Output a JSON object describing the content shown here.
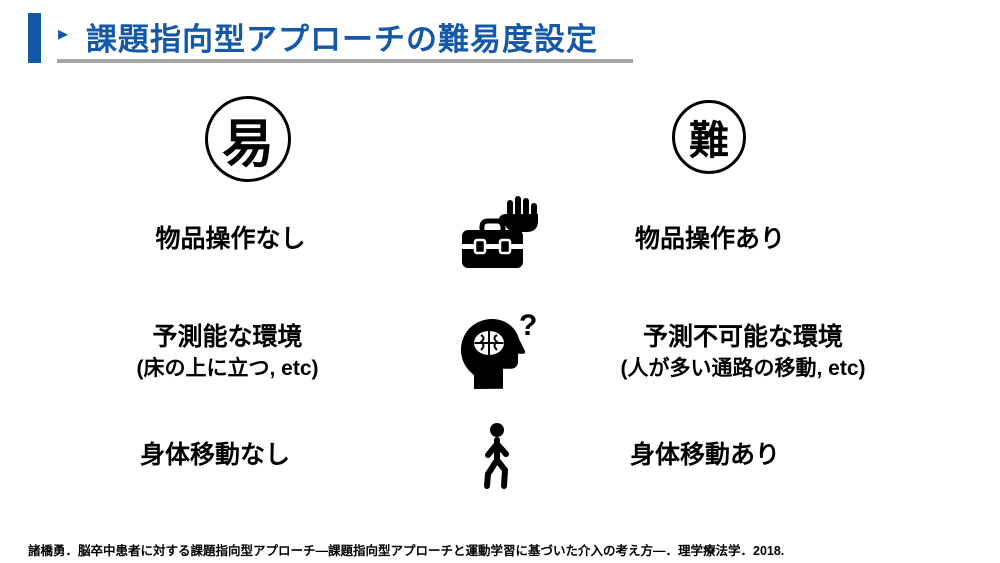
{
  "slide": {
    "title": "課題指向型アプローチの難易度設定",
    "easy_label": "易",
    "hard_label": "難",
    "rows": [
      {
        "left": "物品操作なし",
        "icon": "toolbox-hand-icon",
        "right": "物品操作あり"
      },
      {
        "left": "予測能な環境",
        "left_sub": "(床の上に立つ, etc)",
        "icon": "head-brain-question-icon",
        "right": "予測不可能な環境",
        "right_sub": "(人が多い通路の移動, etc)"
      },
      {
        "left": "身体移動なし",
        "icon": "walking-person-icon",
        "right": "身体移動あり"
      }
    ],
    "footer": "諸橋勇．脳卒中患者に対する課題指向型アプローチ―課題指向型アプローチと運動学習に基づいた介入の考え方―．理学療法学．2018.",
    "colors": {
      "title_blue": "#1558A7",
      "underline_gray": "#A6A6A6",
      "ink_black": "#000000"
    }
  }
}
